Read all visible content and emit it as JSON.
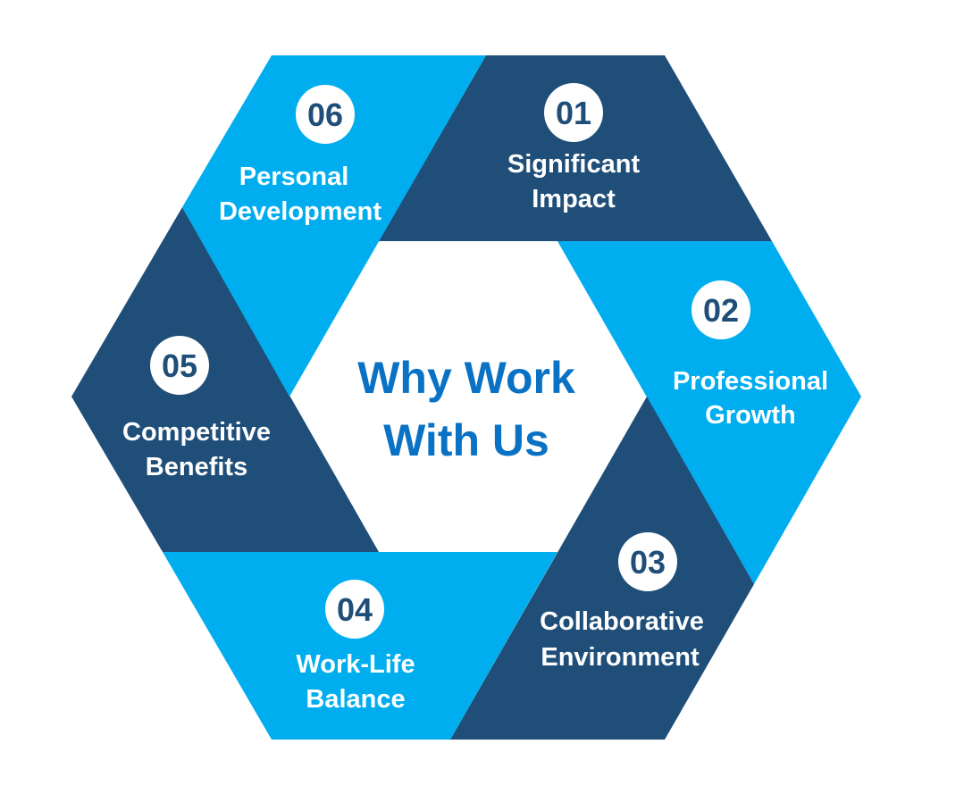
{
  "center": {
    "line1": "Why Work",
    "line2": "With Us",
    "color": "#0a72c4"
  },
  "colors": {
    "dark": "#1f4e79",
    "light": "#00aeef",
    "circle_fill": "#ffffff",
    "label": "#ffffff"
  },
  "segments": [
    {
      "number": "01",
      "line1": "Significant",
      "line2": "Impact",
      "tone": "dark"
    },
    {
      "number": "02",
      "line1": "Professional",
      "line2": "Growth",
      "tone": "light"
    },
    {
      "number": "03",
      "line1": "Collaborative",
      "line2": "Environment",
      "tone": "dark"
    },
    {
      "number": "04",
      "line1": "Work-Life",
      "line2": "Balance",
      "tone": "light"
    },
    {
      "number": "05",
      "line1": "Competitive",
      "line2": "Benefits",
      "tone": "dark"
    },
    {
      "number": "06",
      "line1": "Personal",
      "line2": "Development",
      "tone": "light"
    }
  ]
}
